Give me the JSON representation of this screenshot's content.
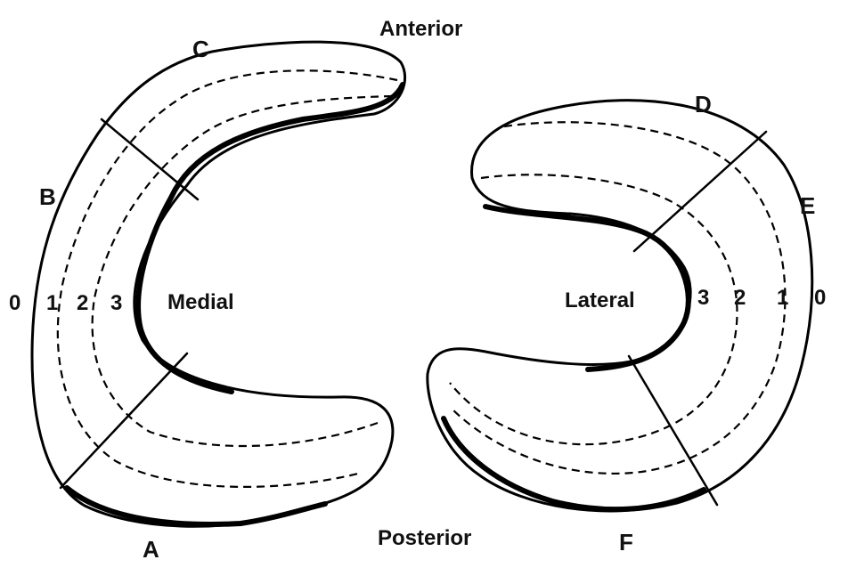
{
  "orientation": {
    "anterior": "Anterior",
    "posterior": "Posterior"
  },
  "medial": {
    "name": "Medial",
    "zones": [
      "0",
      "1",
      "2",
      "3"
    ],
    "sections": [
      "A",
      "B",
      "C"
    ]
  },
  "lateral": {
    "name": "Lateral",
    "zones": [
      "3",
      "2",
      "1",
      "0"
    ],
    "sections": [
      "D",
      "E",
      "F"
    ]
  }
}
